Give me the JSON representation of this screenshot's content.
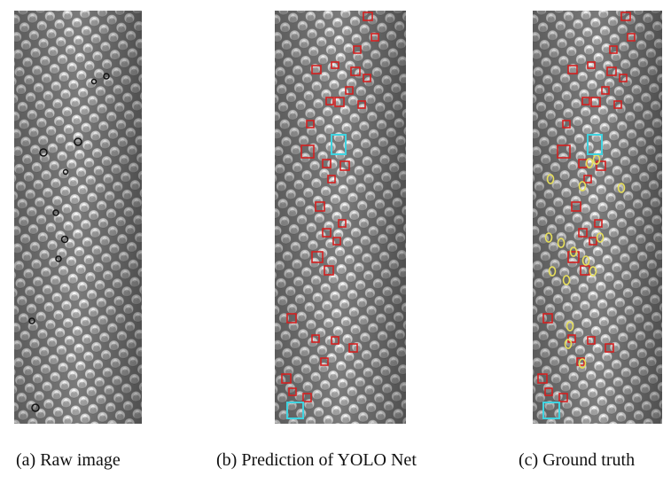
{
  "figure": {
    "captions": {
      "a": "(a) Raw image",
      "b": "(b) Prediction of YOLO Net",
      "c": "(c) Ground truth"
    },
    "colors": {
      "red_box": "#d42020",
      "cyan_box": "#3fd3e0",
      "yellow_ellipse": "#e8e05a",
      "background": "#ffffff"
    }
  }
}
